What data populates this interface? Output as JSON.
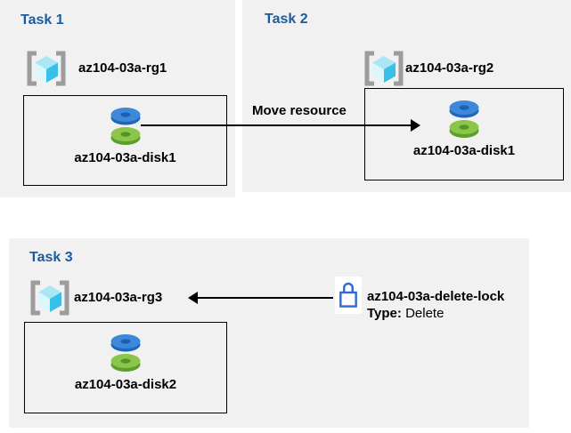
{
  "task1": {
    "title": "Task 1",
    "resource_group": "az104-03a-rg1",
    "disk": "az104-03a-disk1"
  },
  "task2": {
    "title": "Task 2",
    "resource_group": "az104-03a-rg2",
    "disk": "az104-03a-disk1"
  },
  "task3": {
    "title": "Task 3",
    "resource_group": "az104-03a-rg3",
    "disk": "az104-03a-disk2"
  },
  "move_arrow": {
    "label": "Move resource"
  },
  "lock": {
    "name": "az104-03a-delete-lock",
    "type_label": "Type:",
    "type_value": "Delete"
  },
  "icons": {
    "resource_group": "resource-group-icon",
    "disk": "disk-icon",
    "lock": "lock-icon",
    "move_arrow": "arrow-right-icon",
    "delete_lock_arrow": "arrow-left-icon"
  },
  "colors": {
    "panel_bg": "#f1f1f1",
    "title_blue": "#1c5c9e",
    "text": "#000000",
    "bracket_gray": "#9c9c9c",
    "cube_top": "#a9e7f5",
    "cube_left": "#dbf6fc",
    "cube_right": "#38c0e8",
    "disk_blue_top": "#3e88dc",
    "disk_blue_side": "#2066b8",
    "disk_blue_hole": "#1c5fae",
    "disk_green_top": "#8bc549",
    "disk_green_side": "#5f9e2c",
    "disk_green_hole": "#539324",
    "lock_blue": "#2e6bd5",
    "arrow": "#000000"
  }
}
